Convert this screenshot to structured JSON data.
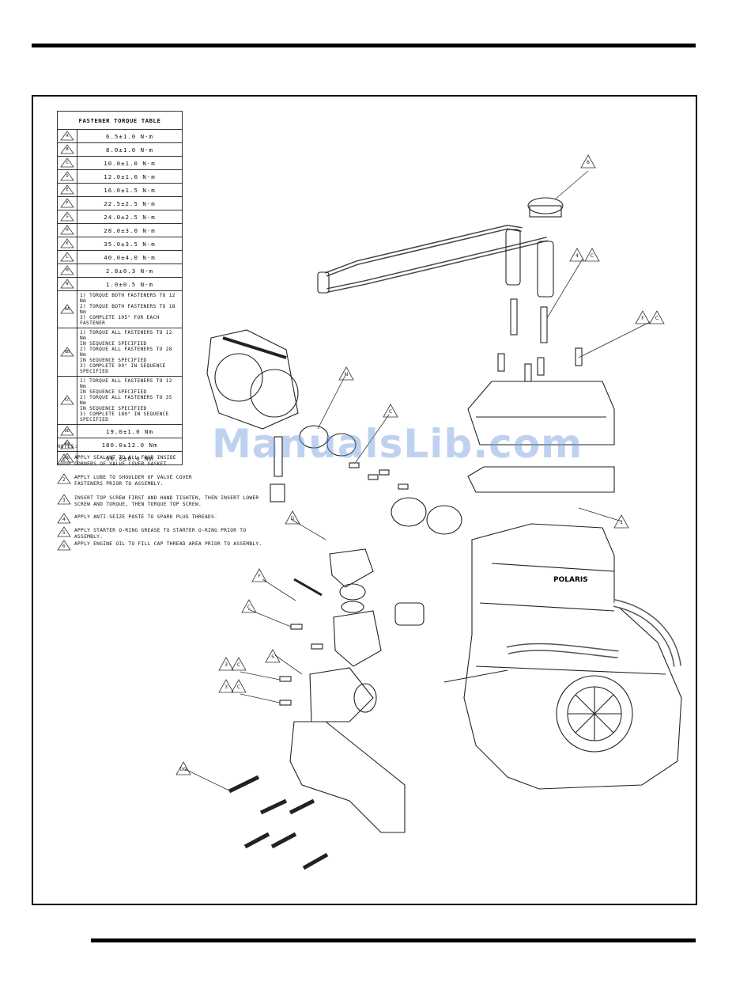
{
  "torque_table": {
    "title": "FASTENER TORQUE TABLE",
    "rows": [
      {
        "key": "A",
        "value": "6.5±1.0 N·m"
      },
      {
        "key": "B",
        "value": "8.0±1.0 N·m"
      },
      {
        "key": "C",
        "value": "10.0±1.0 N·m"
      },
      {
        "key": "D",
        "value": "12.0±1.0 N·m"
      },
      {
        "key": "E",
        "value": "16.0±1.5 N·m"
      },
      {
        "key": "F",
        "value": "22.5±2.5 N·m"
      },
      {
        "key": "G",
        "value": "24.0±2.5 N·m"
      },
      {
        "key": "H",
        "value": "28.0±3.0 N·m"
      },
      {
        "key": "K",
        "value": "35.0±3.5 N·m"
      },
      {
        "key": "L",
        "value": "40.0±4.0 N·m"
      },
      {
        "key": "M",
        "value": "2.8±0.3 N·m"
      },
      {
        "key": "N",
        "value": "1.0±0.5 N·m"
      }
    ],
    "sequence_rows": [
      {
        "key": "AA",
        "value": "1) TORQUE BOTH FASTENERS TO 12 Nm\n2) TORQUE BOTH FASTENERS TO 18 Nm\n3) COMPLETE 105° FOR EACH FASTENER"
      },
      {
        "key": "BB",
        "value": "1) TORQUE ALL FASTENERS TO 12 Nm\n   IN SEQUENCE SPECIFIED\n2) TORQUE ALL FASTENERS TO 28 Nm\n   IN SEQUENCE SPECIFIED\n3) COMPLETE 90° IN SEQUENCE\n   SPECIFIED"
      },
      {
        "key": "CC",
        "value": "1) TORQUE ALL FASTENERS TO 12 Nm\n   IN SEQUENCE SPECIFIED\n2) TORQUE ALL FASTENERS TO 35 Nm\n   IN SEQUENCE SPECIFIED\n3) COMPLETE 180° IN SEQUENCE\n   SPECIFIED"
      },
      {
        "key": "DD",
        "value": "19.0±1.0 Nm"
      },
      {
        "key": "EE",
        "value": "180.0±12.0 Nm"
      },
      {
        "key": "GG",
        "value": "60.0±6.0 Nm"
      }
    ]
  },
  "notes": {
    "title": "NOTES:",
    "items": [
      {
        "num": "1",
        "text": "APPLY SEALANT TO ALL FOUR INSIDE\nCORNERS OF VALVE COVER GASKET."
      },
      {
        "num": "2",
        "text": "APPLY LUBE TO SHOULDER OF VALVE COVER\nFASTENERS PRIOR TO ASSEMBLY."
      },
      {
        "num": "3",
        "text": "INSERT TOP SCREW FIRST AND HAND TIGHTEN, THEN INSERT LOWER\nSCREW AND TORQUE, THEN TORQUE TOP SCREW."
      },
      {
        "num": "4",
        "text": "APPLY ANTI-SEIZE PASTE TO SPARK PLUG THREADS."
      },
      {
        "num": "5",
        "text": "APPLY STARTER O-RING GREASE TO STARTER O-RING PRIOR TO ASSEMBLY."
      },
      {
        "num": "6",
        "text": "APPLY ENGINE OIL TO FILL CAP THREAD AREA PRIOR TO ASSEMBLY."
      }
    ]
  },
  "watermark": "ManualsLib.com",
  "callouts": [
    {
      "label": "6"
    },
    {
      "label": "4"
    },
    {
      "label": "C"
    },
    {
      "label": "F"
    },
    {
      "label": "C"
    },
    {
      "label": "N"
    },
    {
      "label": "C"
    },
    {
      "label": "1"
    },
    {
      "label": "G"
    },
    {
      "label": "F"
    },
    {
      "label": "C"
    },
    {
      "label": "5"
    },
    {
      "label": "3"
    },
    {
      "label": "C"
    },
    {
      "label": "3"
    },
    {
      "label": "C"
    },
    {
      "label": "GG"
    }
  ],
  "engine_logo": "POLARIS"
}
